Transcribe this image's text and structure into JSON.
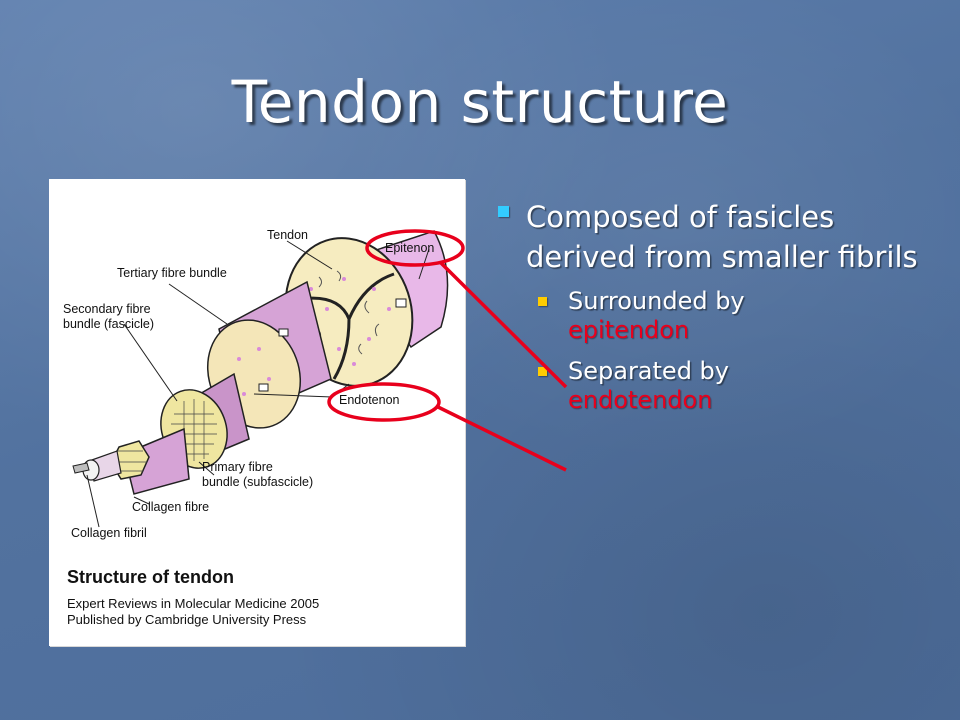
{
  "slide": {
    "title": "Tendon structure"
  },
  "figure": {
    "labels": {
      "tendon": "Tendon",
      "epitenon": "Epitenon",
      "tertiary": "Tertiary fibre bundle",
      "secondary_1": "Secondary fibre",
      "secondary_2": "bundle (fascicle)",
      "endotenon": "Endotenon",
      "primary_1": "Primary fibre",
      "primary_2": "bundle (subfascicle)",
      "collagen_fibre": "Collagen fibre",
      "collagen_fibril": "Collagen fibril"
    },
    "caption_title": "Structure of tendon",
    "caption_line1": "Expert Reviews in Molecular Medicine 2005",
    "caption_line2": "Published by Cambridge University Press"
  },
  "bullets": {
    "main": "Composed of fasicles derived from smaller fibrils",
    "sub1_text": "Surrounded by",
    "sub1_red": "epitendon",
    "sub2_text": "Separated by",
    "sub2_red": "endotendon"
  },
  "colors": {
    "background": "#52729f",
    "title": "#ffffff",
    "level1_bullet": "#33ccff",
    "level2_bullet": "#ffcc00",
    "highlight": "#e8001c"
  }
}
